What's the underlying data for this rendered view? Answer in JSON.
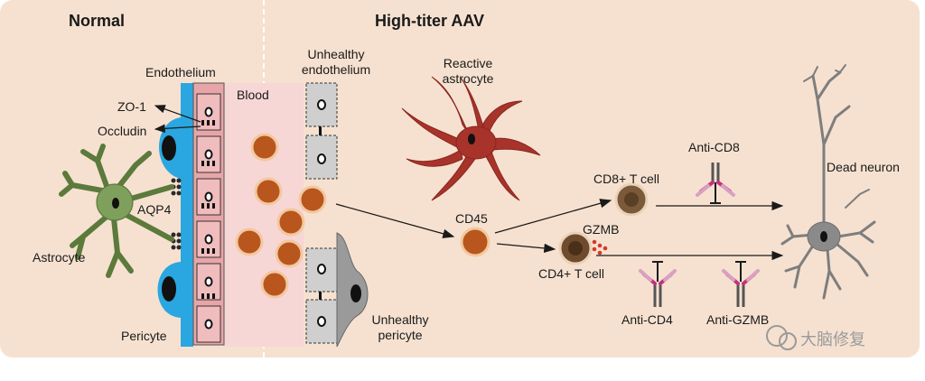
{
  "titles": {
    "normal": "Normal",
    "aav": "High-titer AAV"
  },
  "labels": {
    "endothelium": "Endothelium",
    "zo1": "ZO-1",
    "occludin": "Occludin",
    "aqp4": "AQP4",
    "astrocyte": "Astrocyte",
    "pericyte": "Pericyte",
    "blood": "Blood",
    "unhealthy_endothelium_1": "Unhealthy",
    "unhealthy_endothelium_2": "endothelium",
    "reactive_astrocyte_1": "Reactive",
    "reactive_astrocyte_2": "astrocyte",
    "unhealthy_pericyte_1": "Unhealthy",
    "unhealthy_pericyte_2": "pericyte",
    "cd45": "CD45",
    "cd8_t_cell": "CD8+ T cell",
    "cd4_t_cell": "CD4+ T cell",
    "gzmb": "GZMB",
    "anti_cd8": "Anti-CD8",
    "anti_cd4": "Anti-CD4",
    "anti_gzmb": "Anti-GZMB",
    "dead_neuron": "Dead neuron"
  },
  "watermark": "大脑修复",
  "colors": {
    "background": "#f6e1d0",
    "endothelium_blue": "#2aa7e0",
    "vessel_pink": "#e8a5a8",
    "blood_pink": "#f7d6d6",
    "astrocyte_green": "#7fa05c",
    "reactive_astrocyte": "#a8332b",
    "immune_cell": "#b8561e",
    "t_cell": "#7a5a3a",
    "antibody_pink": "#c2307e",
    "neuron_gray": "#8a8a8a"
  }
}
